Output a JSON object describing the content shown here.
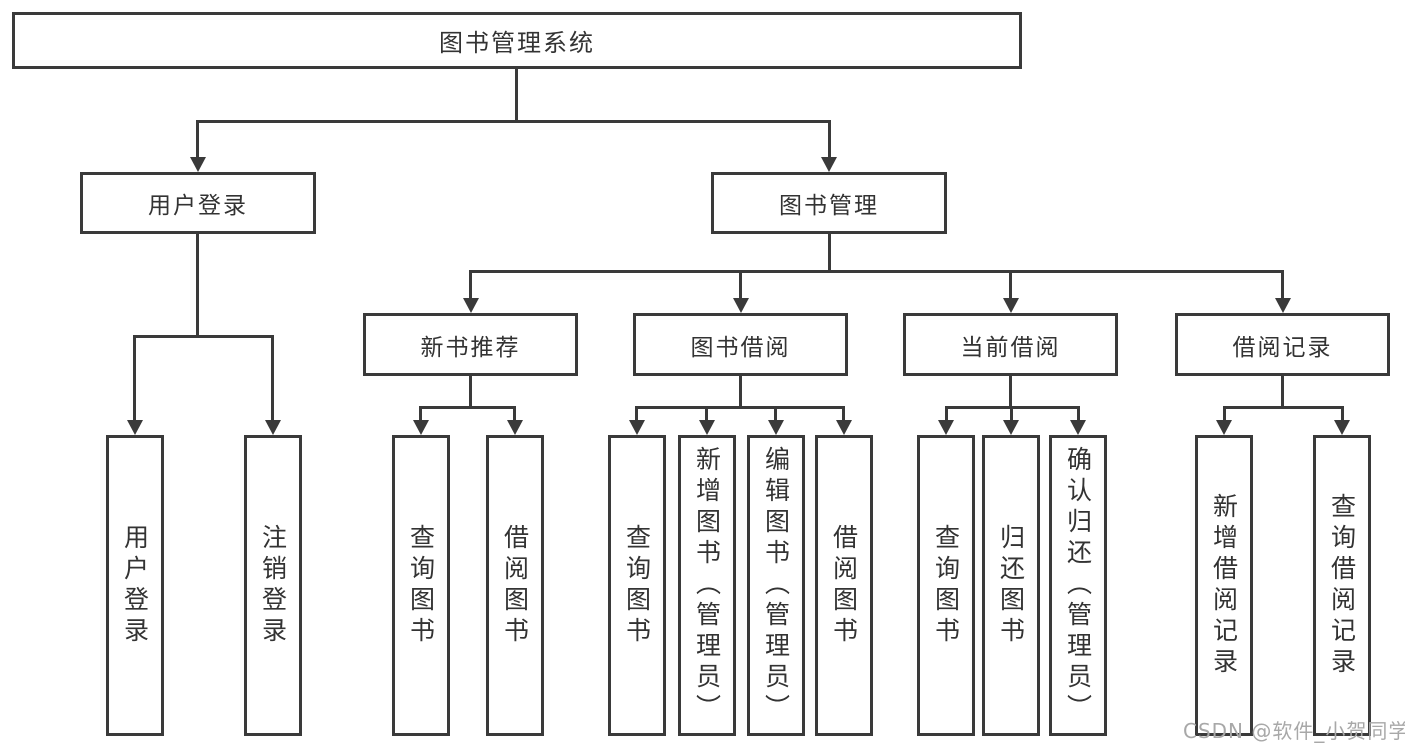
{
  "root": {
    "label": "图书管理系统"
  },
  "user_login": {
    "label": "用户登录",
    "children": [
      "用户登录",
      "注销登录"
    ]
  },
  "book_management": {
    "label": "图书管理",
    "modules": [
      {
        "label": "新书推荐",
        "children": [
          "查询图书",
          "借阅图书"
        ]
      },
      {
        "label": "图书借阅",
        "children": [
          "查询图书",
          "新增图书（管理员）",
          "编辑图书（管理员）",
          "借阅图书"
        ]
      },
      {
        "label": "当前借阅",
        "children": [
          "查询图书",
          "归还图书",
          "确认归还（管理员）"
        ]
      },
      {
        "label": "借阅记录",
        "children": [
          "新增借阅记录",
          "查询借阅记录"
        ]
      }
    ]
  },
  "watermark": "CSDN @软件_小贺同学",
  "colors": {
    "line": "#3a3a3a",
    "text": "#333333",
    "watermark": "#a8a8a8",
    "background": "#ffffff"
  }
}
